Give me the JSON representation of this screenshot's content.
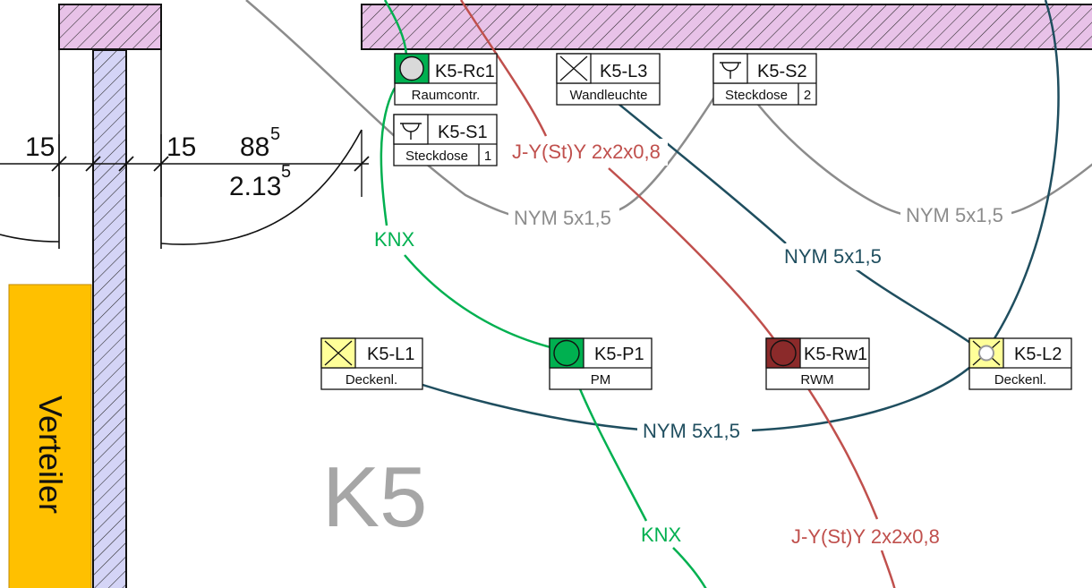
{
  "colors": {
    "wall_pink": "#e8c2e8",
    "wall_blue": "#d4d4f6",
    "hatch": "#222222",
    "distributor": "#ffc000",
    "knx": "#00b050",
    "jy": "#c0504d",
    "nym_dark": "#1f4e5f",
    "nym_gray": "#8c8c8c",
    "yellow_fill": "#ffff99",
    "dark_red": "#8b2a2a",
    "room_label": "#a6a6a6"
  },
  "distributor": {
    "label": "Verteiler"
  },
  "room": {
    "label": "K5"
  },
  "dimensions": {
    "d1": "15",
    "d2": "15",
    "d3_main": "88",
    "d3_sup": "5",
    "d4_main": "2.13",
    "d4_sup": "5"
  },
  "devices": {
    "rc1": {
      "id": "K5-Rc1",
      "desc": "Raumcontr.",
      "icon": "room-controller-icon"
    },
    "l3": {
      "id": "K5-L3",
      "desc": "Wandleuchte",
      "icon": "wall-light-icon"
    },
    "s2": {
      "id": "K5-S2",
      "desc": "Steckdose",
      "num": "2",
      "icon": "socket-icon"
    },
    "s1": {
      "id": "K5-S1",
      "desc": "Steckdose",
      "num": "1",
      "icon": "socket-icon"
    },
    "l1": {
      "id": "K5-L1",
      "desc": "Deckenl.",
      "icon": "ceiling-light-icon"
    },
    "p1": {
      "id": "K5-P1",
      "desc": "PM",
      "icon": "presence-detector-icon"
    },
    "rw1": {
      "id": "K5-Rw1",
      "desc": "RWM",
      "icon": "smoke-detector-icon"
    },
    "l2": {
      "id": "K5-L2",
      "desc": "Deckenl.",
      "icon": "ceiling-light-icon"
    }
  },
  "cables": {
    "knx_1": "KNX",
    "knx_2": "KNX",
    "jy_1": "J-Y(St)Y 2x2x0,8",
    "jy_2": "J-Y(St)Y 2x2x0,8",
    "nym_1": "NYM 5x1,5",
    "nym_2": "NYM 5x1,5",
    "nym_3": "NYM 5x1,5",
    "nym_4": "NYM 5x1,5"
  }
}
